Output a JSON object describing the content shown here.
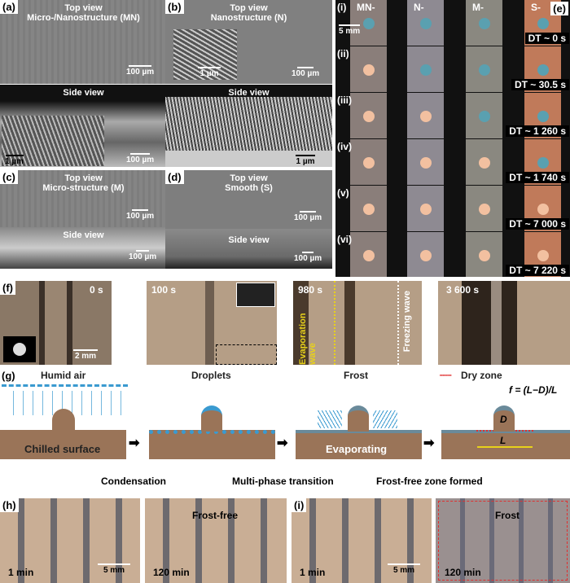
{
  "panels": {
    "a": {
      "label": "(a)",
      "top_title": "Top view",
      "top_sub": "Micro-/Nanostructure (MN)",
      "side_title": "Side view",
      "scale_top": "100 µm",
      "scale_side": "100 µm",
      "scale_inset": "1 µm"
    },
    "b": {
      "label": "(b)",
      "top_title": "Top view",
      "top_sub": "Nanostructure (N)",
      "side_title": "Side view",
      "scale_top": "100 µm",
      "scale_inset": "1 µm",
      "scale_side": "1 µm"
    },
    "c": {
      "label": "(c)",
      "top_title": "Top view",
      "top_sub": "Micro-structure (M)",
      "side_title": "Side view",
      "scale_top": "100 µm",
      "scale_side": "100 µm"
    },
    "d": {
      "label": "(d)",
      "top_title": "Top view",
      "top_sub": "Smooth (S)",
      "side_title": "Side view",
      "scale_top": "100 µm",
      "scale_side": "100 µm"
    },
    "e": {
      "label": "(e)",
      "columns": [
        "MN-",
        "N-",
        "M-",
        "S-"
      ],
      "scale": "5 mm",
      "rows": [
        {
          "id": "(i)",
          "dt": "DT ~ 0 s"
        },
        {
          "id": "(ii)",
          "dt": "DT ~ 30.5 s"
        },
        {
          "id": "(iii)",
          "dt": "DT ~ 1 260 s"
        },
        {
          "id": "(iv)",
          "dt": "DT ~ 1 740 s"
        },
        {
          "id": "(v)",
          "dt": "DT ~ 7 000 s"
        },
        {
          "id": "(vi)",
          "dt": "DT ~ 7 220 s"
        }
      ]
    },
    "f": {
      "label": "(f)",
      "times": [
        "0 s",
        "100 s",
        "980 s",
        "3 600 s"
      ],
      "scale": "2 mm",
      "evaporation_wave": "Evaporation wave",
      "freezing_wave": "Freezing wave"
    },
    "g": {
      "label": "(g)",
      "humid_air": "Humid air",
      "chilled_surface": "Chilled surface",
      "droplets": "Droplets",
      "frost": "Frost",
      "evaporating": "Evaporating",
      "dry_zone": "Dry zone",
      "formula": "f = (L−D)/L",
      "D": "D",
      "L": "L",
      "steps": [
        "Condensation",
        "Multi-phase transition",
        "Frost-free zone formed"
      ]
    },
    "h": {
      "label": "(h)",
      "times": [
        "1 min",
        "120 min"
      ],
      "scale": "5 mm",
      "annotation": "Frost-free"
    },
    "i": {
      "label": "(i)",
      "times": [
        "1 min",
        "120 min"
      ],
      "scale": "5 mm",
      "annotation": "Frost"
    }
  },
  "colors": {
    "water": "#3a9ad0",
    "surface": "#9a7458",
    "dry_zone": "#e03030",
    "yellow": "#e8d21a"
  }
}
